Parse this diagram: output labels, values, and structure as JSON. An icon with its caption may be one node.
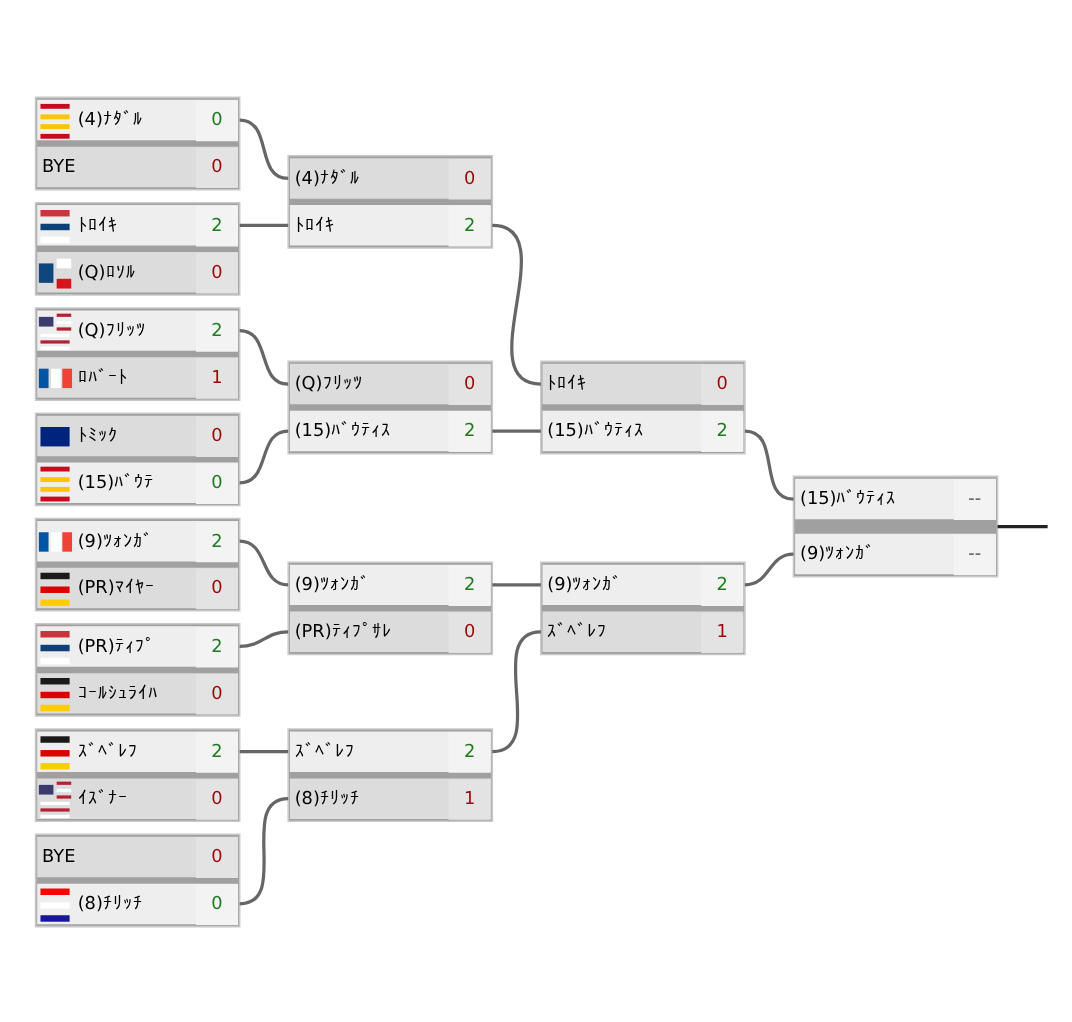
{
  "diagram": {
    "nodes": [
      {
        "text": [],
        "shape": "box"
      },
      {
        "text": [
          "(4)ﾅﾀﾞﾙ",
          "0"
        ],
        "in": 0
      },
      {
        "text": [
          "BYE",
          "0"
        ],
        "in": 0
      },
      {
        "text": [],
        "shape": "box"
      },
      {
        "text": [
          "ﾄﾛｲｷ",
          "2"
        ],
        "in": 3
      },
      {
        "text": [
          "(Q)ﾛｿﾙ",
          "0"
        ],
        "in": 3
      },
      {
        "text": [],
        "shape": "box"
      },
      {
        "text": [
          "(Q)ﾌﾘｯﾂ",
          "2"
        ],
        "in": 6
      },
      {
        "text": [
          "ﾛﾊﾞｰﾄ",
          "1"
        ],
        "in": 6
      },
      {
        "text": [],
        "shape": "box"
      },
      {
        "text": [
          "ﾄﾐｯｸ",
          "0"
        ],
        "in": 9
      },
      {
        "text": [
          "(15)ﾊﾞｳﾃ",
          "0"
        ],
        "in": 9
      },
      {
        "text": [],
        "shape": "box"
      },
      {
        "text": [
          "(9)ﾂｫﾝｶﾞ",
          "2"
        ],
        "in": 12
      },
      {
        "text": [
          "(PR)ﾏｲﾔｰ",
          "0"
        ],
        "in": 12
      },
      {
        "text": [],
        "shape": "box"
      },
      {
        "text": [
          "(PR)ﾃｨﾌﾟ",
          "2"
        ],
        "in": 15
      },
      {
        "text": [
          "ｺｰﾙｼｭﾗｲﾊ",
          "0"
        ],
        "in": 15
      },
      {
        "text": [],
        "shape": "box"
      },
      {
        "text": [
          "ｽﾞﾍﾞﾚﾌ",
          "2"
        ],
        "in": 18
      },
      {
        "text": [
          "ｲｽﾞﾅｰ",
          "0"
        ],
        "in": 18
      },
      {
        "text": [],
        "shape": "box"
      },
      {
        "text": [
          "BYE",
          "0"
        ],
        "in": 21
      },
      {
        "text": [
          "(8)ﾁﾘｯﾁ",
          "0"
        ],
        "in": 21
      },
      {
        "text": [],
        "shape": "box"
      },
      {
        "text": [
          "(4)ﾅﾀﾞﾙ",
          "0"
        ],
        "in": 24
      },
      {
        "text": [
          "ﾄﾛｲｷ",
          "2"
        ],
        "in": 24
      },
      {
        "text": [],
        "shape": "box"
      },
      {
        "text": [
          "(Q)ﾌﾘｯﾂ",
          "0"
        ],
        "in": 27
      },
      {
        "text": [
          "(15)ﾊﾞｳﾃｨｽ",
          "2"
        ],
        "in": 27
      },
      {
        "text": [],
        "shape": "box"
      },
      {
        "text": [
          "(9)ﾂｫﾝｶﾞ",
          "2"
        ],
        "in": 30
      },
      {
        "text": [
          "(PR)ﾃｨﾌﾟｻﾚ",
          "0"
        ],
        "in": 30
      },
      {
        "text": [],
        "shape": "box"
      },
      {
        "text": [
          "ｽﾞﾍﾞﾚﾌ",
          "2"
        ],
        "in": 33
      },
      {
        "text": [
          "(8)ﾁﾘｯﾁ",
          "1"
        ],
        "in": 33
      },
      {
        "text": [],
        "shape": "box"
      },
      {
        "text": [
          "ﾄﾛｲｷ",
          "0"
        ],
        "in": 36
      },
      {
        "text": [
          "(15)ﾊﾞｳﾃｨｽ",
          "2"
        ],
        "in": 36
      },
      {
        "text": [],
        "shape": "box"
      },
      {
        "text": [
          "(9)ﾂｫﾝｶﾞ",
          "2"
        ],
        "in": 39
      },
      {
        "text": [
          "ｽﾞﾍﾞﾚﾌ",
          "1"
        ],
        "in": 39
      },
      {
        "text": [],
        "shape": "box"
      },
      {
        "text": [
          "(15)ﾊﾞｳﾃｨｽ",
          "--"
        ],
        "in": 42
      },
      {
        "text": [
          "(9)ﾂｫﾝｶﾞ",
          "--"
        ],
        "in": 42
      }
    ],
    "edges": [
      {
        "from": 1,
        "to": 25,
        "arrow": "none"
      },
      {
        "from": 4,
        "to": 26,
        "arrow": "none"
      },
      {
        "from": 7,
        "to": 28,
        "arrow": "none"
      },
      {
        "from": 11,
        "to": 29,
        "arrow": "none"
      },
      {
        "from": 13,
        "to": 31,
        "arrow": "none"
      },
      {
        "from": 16,
        "to": 32,
        "arrow": "none"
      },
      {
        "from": 19,
        "to": 34,
        "arrow": "none"
      },
      {
        "from": 23,
        "to": 35,
        "arrow": "none"
      },
      {
        "from": 26,
        "to": 37,
        "arrow": "none"
      },
      {
        "from": 29,
        "to": 38,
        "arrow": "none"
      },
      {
        "from": 31,
        "to": 40,
        "arrow": "none"
      },
      {
        "from": 34,
        "to": 41,
        "arrow": "none"
      },
      {
        "from": 38,
        "to": 43,
        "arrow": "none"
      },
      {
        "from": 40,
        "to": 44,
        "arrow": "none"
      },
      {
        "from": 42,
        "to": null,
        "arrow": "none",
        "color": "#222222"
      }
    ]
  }
}
